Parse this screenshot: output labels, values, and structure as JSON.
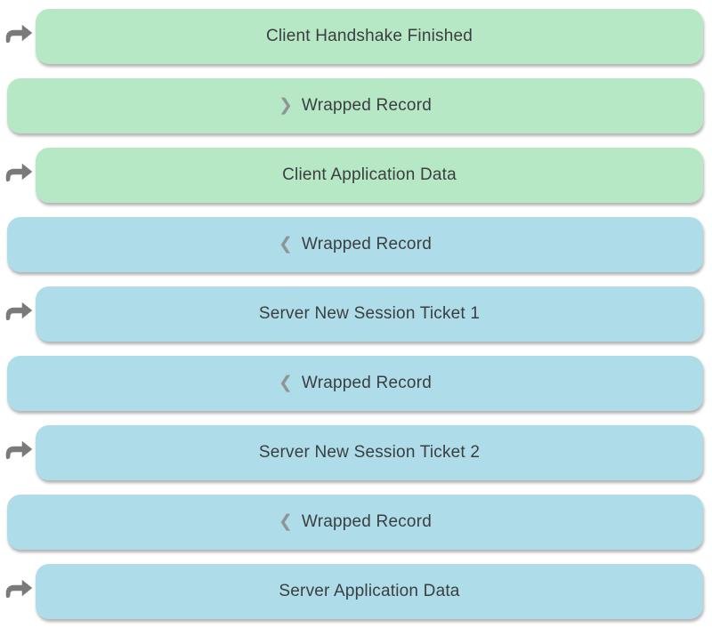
{
  "page": {
    "background": "#ffffff",
    "description": "TLS record flow list of collapsible record boxes"
  },
  "colors": {
    "client_box": "#b7e8c6",
    "server_box": "#aedde9",
    "label_text": "#3b3e40",
    "chevron": "#8f9496",
    "arrow_icon": "#7a7a7a"
  },
  "icons": {
    "pointer_arrow": "curved-right-arrow"
  },
  "records": [
    {
      "label": "Client Handshake Finished",
      "side": "client",
      "arrow": true,
      "chevron": ""
    },
    {
      "label": "Wrapped Record",
      "side": "client",
      "arrow": false,
      "chevron": "❯"
    },
    {
      "label": "Client Application Data",
      "side": "client",
      "arrow": true,
      "chevron": ""
    },
    {
      "label": "Wrapped Record",
      "side": "server",
      "arrow": false,
      "chevron": "❮"
    },
    {
      "label": "Server New Session Ticket 1",
      "side": "server",
      "arrow": true,
      "chevron": ""
    },
    {
      "label": "Wrapped Record",
      "side": "server",
      "arrow": false,
      "chevron": "❮"
    },
    {
      "label": "Server New Session Ticket 2",
      "side": "server",
      "arrow": true,
      "chevron": ""
    },
    {
      "label": "Wrapped Record",
      "side": "server",
      "arrow": false,
      "chevron": "❮"
    },
    {
      "label": "Server Application Data",
      "side": "server",
      "arrow": true,
      "chevron": ""
    }
  ]
}
